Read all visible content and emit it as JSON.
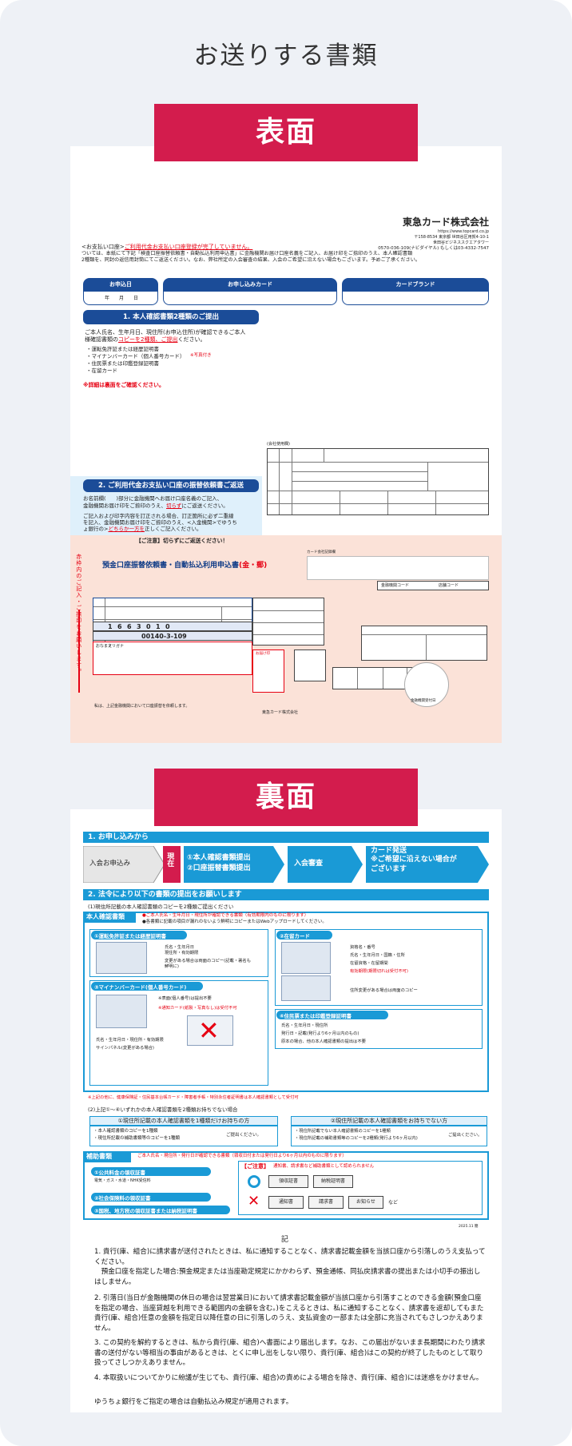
{
  "page_title": "お送りする書類",
  "front": {
    "banner": "表面",
    "company_name": "東急カード株式会社",
    "company_url": "https://www.topcard.co.jp",
    "company_addr": "〒158-8534 東京都 世田谷区用賀4-10-1",
    "company_bldg": "世田谷ビジネススクエアタワー",
    "company_tel": "0570-036-109(ナビダイヤル) もしくは03-4332-7547",
    "notice_head": "<お支払い口座>",
    "notice_red": "ご利用代金お支払い口座登録が完了していません。",
    "notice_line2": "ついては、本紙にて下記「検査口座振替依頼書・自動払込利用申込書」に金融機関お届け口座名義をご記入、お届け印をご捺印のうえ、本人確認書類",
    "notice_line3": "2種類を、同封の返信用封筒にてご返送ください。なお、弊社所定の入会審査の結果、入会のご希望に沿えない場合もございます。予めご了承ください。",
    "field_date": "お申込日",
    "field_date_value": "年　　月　　日",
    "field_card": "お申し込みカード",
    "field_brand": "カードブランド",
    "section1_title": "1. 本人確認書類2種類のご提出",
    "section1_line1": "ご本人氏名、生年月日、現住所(お申込住所)が確認できるご本人",
    "section1_line2_a": "様確認書類の",
    "section1_line2_red": "コピーを2種類、ご提出",
    "section1_line2_b": "ください。",
    "section1_items": [
      "・運転免許証または経歴証明書",
      "・マイナンバーカード（個人番号カード）",
      "・住民票または印鑑登録証明書",
      "・在留カード"
    ],
    "section1_note": "※写真付き",
    "section1_detail": "※詳細は裏面をご確認ください。",
    "form_header": "(会社使用欄)",
    "section2_title": "2. ご利用代金お支払い口座の振替依頼書ご返送",
    "section2_line1": "お名前欄(　　)部分に金融機関へお届け口座名義のご記入、",
    "section2_line2_a": "金融機関お届け印をご捺印のうえ、",
    "section2_line2_red": "切らず",
    "section2_line2_b": "にご返送ください。",
    "section2_line3": "ご記入および印字内容を訂正される場合、訂正箇所に必ず二重線",
    "section2_line4": "を記入、金融機関お届け印をご捺印のうえ、<入金機関>でゆうち",
    "section2_line5_a": "ょ銀行の>",
    "section2_line5_red": "どちらか一方を",
    "section2_line5_b": "正しくご記入ください。",
    "section2_caution": "【ご注意】切らずにご返送ください！",
    "vertical_note": "赤枠内のご記入・ご捺印をお願いします。",
    "form_title": "預金口座振替依頼書・自動払込利用申込書",
    "form_title_tag": "(金・郵)",
    "form_account_no": "00140-3-109",
    "form_digits": [
      "1",
      "6",
      "6",
      "3",
      "0",
      "1",
      "0"
    ],
    "form_name_label": "おなまえ",
    "form_name_kana": "フリガナ",
    "form_stamp_label": "お届け印",
    "form_card_label": "カード会社記録欄",
    "form_bank_code": "金融機関コード",
    "form_branch_code": "店舗コード",
    "form_date_stamp": "金融機関受付日",
    "footer_note": "私は、上記金融機関において口座振替を依頼します。",
    "footer_company": "東急カード株式会社"
  },
  "back": {
    "banner": "裏面",
    "step_title": "1. お申し込みから",
    "steps": [
      "入会お申込み",
      "現在",
      "①本人確認書類提出\n②口座振替書類提出",
      "入会審査",
      "カード発送\n※ご希望に沿えない場合が\nございます"
    ],
    "section2_title": "2. 法令により以下の書類の提出をお願いします",
    "docs_intro": "(1)現住所記載の本人確認書類のコピーを2種類ご提出ください",
    "docs_label": "本人確認書類",
    "docs_note1": "●ご本人氏名・生年月日・現住所が確認できる書類（有効期限内のものに限ります）",
    "docs_note2": "●各書類に記載の項目が漏れのないよう鮮明にコピーまたはWebアップロードしてください。",
    "doc_license": "①運転免許証または経歴証明書",
    "doc_license_items": [
      "氏名・生年月日",
      "現住所・有効期限",
      "変更がある場合は両面のコピー(記載・署名も鮮明に)"
    ],
    "doc_zairyu": "②在留カード",
    "doc_zairyu_items": [
      "資格名・番号",
      "氏名・生年月日・国籍・住所",
      "在留資格・在留期間",
      "有効期限(期限切れは受付不可)",
      "住所変更がある場合は両面のコピー"
    ],
    "doc_mynumber": "③マイナンバーカード(個人番号カード)",
    "doc_mynumber_note1": "※表面(個人番号)は提出不要",
    "doc_mynumber_note2": "※通知カード(紙製・写真なし)は受付不可",
    "doc_mynumber_items": [
      "氏名・生年月日・現住所・有効期限",
      "サインパネル(変更がある場合)"
    ],
    "doc_juminhyo": "④住民票または印鑑登録証明書",
    "doc_juminhyo_items": [
      "氏名・生年月日・現住所",
      "発行日・記載(発行より6ヶ月以内のもの)",
      "原本の場合、他の本人確認書類の提出は不要"
    ],
    "docs_warning": "※上記の他に、健康保険証・住民基本台帳カード・障害者手帳・特別永住者証明書は本人確認書類として受付可",
    "docs_intro2": "(2)上記①〜④いずれかの本人確認書類を2種類お持ちでない場合",
    "case1_title": "①現住所記載の本人確認書類を1種類だけお持ちの方",
    "case1_body1": "・本人確認書類のコピーを1種類",
    "case1_body2": "・現住所記載の補助書類等のコピーを1種類",
    "case1_tail": "ご提出ください。",
    "case2_title": "②現住所記載の本人確認書類をお持ちでない方",
    "case2_body1": "・現住所記載でない本人確認書類のコピーを1種類",
    "case2_body2": "・現住所記載の補助書類等のコピーを2種類(発行より6ヶ月以内)",
    "case2_tail": "ご提出ください。",
    "aux_label": "補助書類",
    "aux_note": "ご本人氏名・現住所・発行日が確認できる書類（領収日付または発行日より6ヶ月以内のものに限ります）",
    "aux_1": "①公共料金の領収証書",
    "aux_2": "②社会保険料の領収証書",
    "aux_3": "③国税、地方税の領収証書または納税証明書",
    "aux_1_detail": "電気・ガス・水道・NHK受信料",
    "caution_label": "【ご注意】",
    "caution_text": "通知書、請求書など補助書類として認められません",
    "ok_items": [
      "領収証書",
      "納税証明書"
    ],
    "ng_items": [
      "通知書",
      "請求書",
      "お知らせ"
    ],
    "ng_tail": "など",
    "date_code": "2025.11 簡",
    "ki_label": "記",
    "terms": [
      "1. 貴行(庫、組合)に請求書が送付されたときは、私に通知することなく、請求書記載金額を当該口座から引落しのうえ支払ってください。\n　預金口座を指定した場合:預金規定または当座勘定規定にかかわらず、預金通帳、同払戻請求書の提出または小切手の振出しはしません。",
      "2. 引落日(当日が金融機関の休日の場合は翌営業日)において請求書記載金額が当該口座から引落すことのできる金額(預金口座を指定の場合、当座貸越を利用できる範囲内の金額を含む。)をこえるときは、私に通知することなく、請求書を返却してもまた貴行(庫、組合)任意の金額を指定日以降任意の日に引落しのうえ、支払資金の一部または全部に充当されてもさしつかえありません。",
      "3. この契約を解約するときは、私から貴行(庫、組合)へ書面により届出します。なお、この届出がないまま長期間にわたり請求書の送付がない等相当の事由があるときは、とくに申し出をしない限り、貴行(庫、組合)はこの契約が終了したものとして取り扱ってさしつかえありません。",
      "4. 本取扱いについてかりに紛議が生じても、貴行(庫、組合)の責めによる場合を除き、貴行(庫、組合)には迷惑をかけません。"
    ],
    "yucho_note": "ゆうちょ銀行をご指定の場合は自動払込み規定が適用されます。"
  }
}
